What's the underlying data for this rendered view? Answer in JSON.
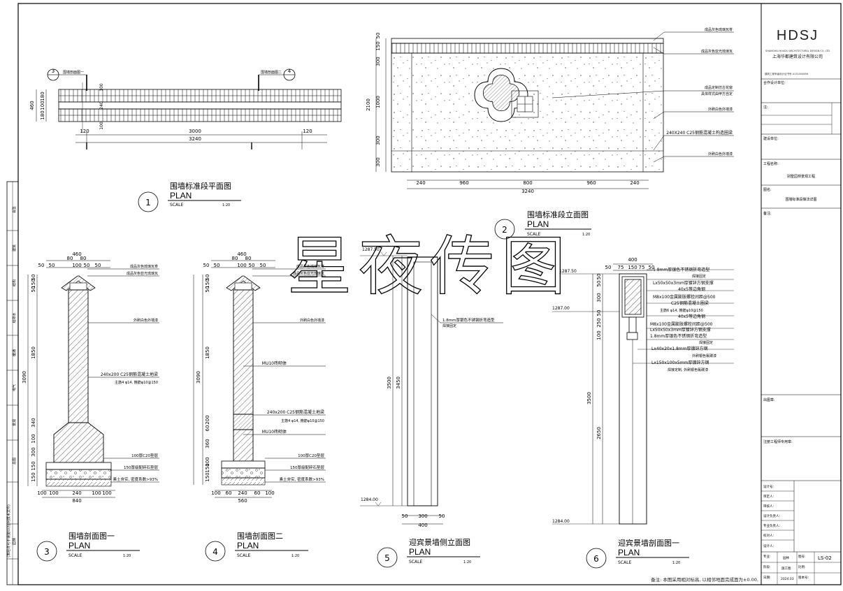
{
  "watermark": "星夜传图",
  "title_block": {
    "logo": "HDSJ",
    "company_en": "SHANGHAI HUADU ARCHITECTURAL DESIGN CO.,LTD",
    "company_cn": "上海华都建筑设计有限公司",
    "cert": "建筑工程甲级设计证书号 A131000856",
    "cooperation": "合作设计单位:",
    "notes_label": "注:",
    "client_label": "建设单位:",
    "project_label": "工程名称:",
    "project_value": "别墅园林景观工程",
    "drawing_name_label": "图名:",
    "drawing_name_value": "围墙标准段做法详图",
    "remarks_label": "备注:",
    "stamp_label": "出图章:",
    "reg_stamp_label": "注册工程师专用章:",
    "rows": [
      "设计号:",
      "审定人:",
      "审核人:",
      "设计负责人:",
      "专业负责人:",
      "校对人:",
      "设计人:"
    ],
    "stage_label": "专业:",
    "stage_value": "园林",
    "date_label": "日期:",
    "date_value": "2024.03",
    "phase_label": "阶段:",
    "phase_value": "施工图",
    "sheet_label": "图号:",
    "sheet_value": "LS-02",
    "scale_label": "比例:",
    "version_label": "版本号:"
  },
  "left_strip": [
    "会签",
    "建筑",
    "结构",
    "给排水",
    "暖通",
    "电气",
    "景观",
    "总图",
    "园林"
  ],
  "left_note": "(未经许可不得复印/任何技术文件)",
  "footer_note": "备注: 本图采用相对标高, 以相邻地面完成面为±0.00,",
  "views": {
    "v1": {
      "num": "1",
      "title": "围墙标准段平面图",
      "plan": "PLAN",
      "scale_label": "SCALE",
      "scale": "1:20"
    },
    "v2": {
      "num": "2",
      "title": "围墙标准段立面图",
      "plan": "PLAN",
      "scale_label": "SCALE",
      "scale": "1:20"
    },
    "v3": {
      "num": "3",
      "title": "围墙剖面图一",
      "plan": "PLAN",
      "scale_label": "SCALE",
      "scale": "1:20"
    },
    "v4": {
      "num": "4",
      "title": "围墙剖面图二",
      "plan": "PLAN",
      "scale_label": "SCALE",
      "scale": "1:20"
    },
    "v5": {
      "num": "5",
      "title": "迎宾景墙侧立面图",
      "plan": "PLAN",
      "scale_label": "SCALE",
      "scale": "1:20"
    },
    "v6": {
      "num": "6",
      "title": "迎宾景墙剖面图一",
      "plan": "PLAN",
      "scale_label": "SCALE",
      "scale": "1:20"
    }
  },
  "plan_view": {
    "sec_a_num": "3",
    "sec_a_label": "围墙剖面图一",
    "sec_b_num": "4",
    "sec_b_label": "围墙剖面图二",
    "dims_left": [
      "460",
      "180",
      "100",
      "180"
    ],
    "dims_mid": [
      "100",
      "240",
      "100"
    ],
    "dims_bottom": [
      "120",
      "3000",
      "120"
    ],
    "dim_total": "3240"
  },
  "elevation": {
    "dims_left": [
      "50",
      "150",
      "300",
      "1000",
      "300",
      "300",
      "2100"
    ],
    "dims_bottom": [
      "240",
      "960",
      "800",
      "960",
      "240"
    ],
    "dim_total": "3240",
    "labels": [
      "成品灰色琉璃瓦脊",
      "成品灰色亚光琉璃瓦",
      "成品定制仿古花窗",
      "具体样式由甲方自定",
      "外刷白色外墙漆",
      "240X240  C25钢筋混凝土构造圈梁",
      "外刷白色外墙漆"
    ]
  },
  "section1": {
    "dims_top": [
      "460",
      "50",
      "80",
      "80",
      "50",
      "100",
      "50",
      "50"
    ],
    "dims_left": [
      "50",
      "150",
      "50",
      "1850",
      "3090",
      "340",
      "100",
      "300",
      "150",
      "150"
    ],
    "dims_bottom": [
      "100",
      "100",
      "240",
      "100",
      "100",
      "840"
    ],
    "labels": [
      "成品灰色琉璃瓦脊",
      "成品灰色亚光琉璃瓦",
      "外刷白色外墙漆",
      "240x200  C25钢筋混凝土地梁",
      "主筋4 φ14, 箍筋φ10@150",
      "100厚C20垫层",
      "150厚级配碎石垫层",
      "素土夯实, 密度系数>93%"
    ]
  },
  "section2": {
    "dims_top": [
      "460",
      "50",
      "80",
      "80",
      "50",
      "100",
      "50",
      "50"
    ],
    "dims_left": [
      "50",
      "150",
      "50",
      "1850",
      "3090",
      "200",
      "60",
      "360",
      "100",
      "150",
      "150"
    ],
    "dims_bottom": [
      "100",
      "60",
      "240",
      "60",
      "100",
      "560"
    ],
    "labels": [
      "成品灰色琉璃瓦脊",
      "成品灰色亚光琉璃瓦",
      "外刷白色外墙漆",
      "MU10砖砌体",
      "240x200  C25钢筋混凝土地梁",
      "主筋4 φ14, 箍筋φ10@150",
      "MU10砖砌体",
      "100厚C20垫层",
      "150厚级配碎石垫层",
      "素土夯实, 密度系数>93%"
    ]
  },
  "side_elev": {
    "top_level": "1287.50",
    "bottom_level": "1284.00",
    "dims_left": [
      "3500",
      "3450"
    ],
    "dims_bottom": [
      "50",
      "300",
      "50"
    ],
    "dim_total": "400",
    "labels": [
      "1.8mm厚银色不锈钢折弯造型",
      "焊接固定"
    ]
  },
  "section6": {
    "top_levels": [
      "1287.50",
      "1287.00"
    ],
    "bottom_level": "1284.00",
    "dims_top": [
      "400",
      "50",
      "75",
      "150",
      "75",
      "50"
    ],
    "dims_left": [
      "50",
      "50",
      "300",
      "50",
      "250",
      "100",
      "3500",
      "2650"
    ],
    "labels": [
      "1.8mm厚银色不锈钢折弯造型",
      "焊接固定",
      "Lx50x50x3mm厚镀锌方钢支撑",
      "40x5等边角钢",
      "M8x100金属膨胀螺栓间距@500",
      "C25钢筋混凝土圈梁",
      "主筋6 φ14, 箍筋φ10@150",
      "40x5等边角钢",
      "M8x100金属膨胀螺栓间距@500",
      "Lx50x50x3mm厚镀锌方钢支撑",
      "1.8mm厚银色不锈钢折弯造型",
      "焊接固定",
      "Lx40x20x1.8mm厚镀锌方钢",
      "外刷银色氟碳漆",
      "Lx150x100x5mm厚镀锌方钢",
      "焊接定制, 外刷银色氟碳漆"
    ]
  }
}
